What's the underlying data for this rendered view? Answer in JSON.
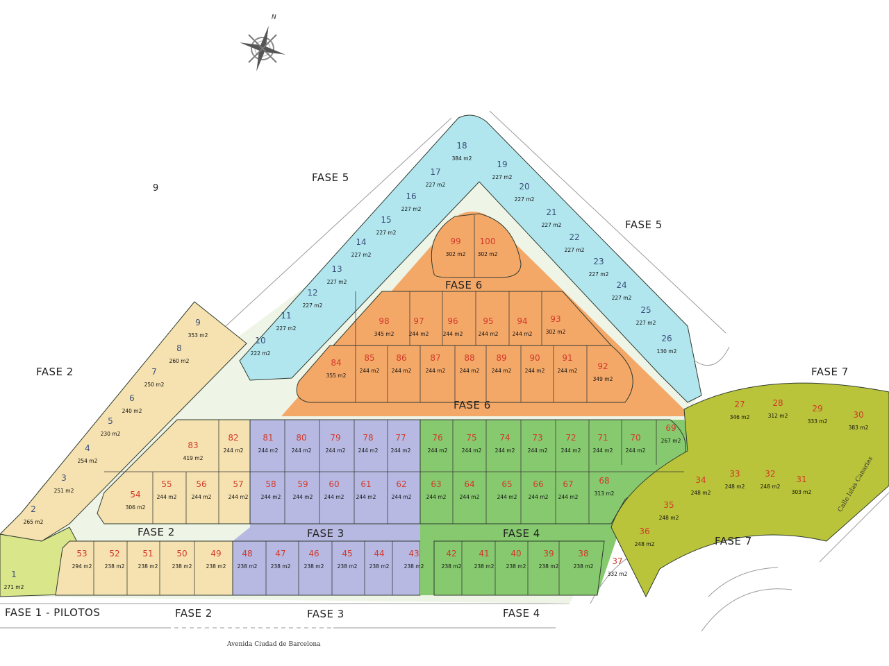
{
  "map": {
    "compass": {
      "label": "N"
    },
    "street_names": {
      "bottom": "Avenida Ciudad de Barcelona",
      "right": "Calle Islas Canarias"
    },
    "stray_label": "9",
    "phase_labels": [
      {
        "id": "fase5-top",
        "text": "FASE 5"
      },
      {
        "id": "fase5-right",
        "text": "FASE 5"
      },
      {
        "id": "fase6-top",
        "text": "FASE 6"
      },
      {
        "id": "fase6-mid",
        "text": "FASE 6"
      },
      {
        "id": "fase2-left",
        "text": "FASE 2"
      },
      {
        "id": "fase2-inner",
        "text": "FASE 2"
      },
      {
        "id": "fase3-inner",
        "text": "FASE 3"
      },
      {
        "id": "fase4-inner",
        "text": "FASE 4"
      },
      {
        "id": "fase7-top",
        "text": "FASE 7"
      },
      {
        "id": "fase7-bottom",
        "text": "FASE 7"
      },
      {
        "id": "fase1-bottom",
        "text": "FASE 1 - PILOTOS"
      },
      {
        "id": "fase2-bottom",
        "text": "FASE 2"
      },
      {
        "id": "fase3-bottom",
        "text": "FASE 3"
      },
      {
        "id": "fase4-bottom",
        "text": "FASE 4"
      }
    ],
    "phase_colors": {
      "fase1": "#d9e68a",
      "fase2": "#f6e2b0",
      "fase3": "#b7b9e3",
      "fase4": "#86c96e",
      "fase5": "#b2e6ee",
      "fase6": "#f4a868",
      "fase7": "#b9c43a"
    },
    "plots": {
      "fase1": [
        {
          "n": "1",
          "area": "271 m2"
        }
      ],
      "fase2_diagonal": [
        {
          "n": "2",
          "area": "265 m2"
        },
        {
          "n": "3",
          "area": "251 m2"
        },
        {
          "n": "4",
          "area": "254 m2"
        },
        {
          "n": "5",
          "area": "230 m2"
        },
        {
          "n": "6",
          "area": "240 m2"
        },
        {
          "n": "7",
          "area": "250 m2"
        },
        {
          "n": "8",
          "area": "260 m2"
        },
        {
          "n": "9",
          "area": "353 m2"
        }
      ],
      "fase2_block_top": [
        {
          "n": "83",
          "area": "419 m2"
        },
        {
          "n": "82",
          "area": "244 m2"
        }
      ],
      "fase2_block_bottom": [
        {
          "n": "54",
          "area": "306 m2"
        },
        {
          "n": "55",
          "area": "244 m2"
        },
        {
          "n": "56",
          "area": "244 m2"
        },
        {
          "n": "57",
          "area": "244 m2"
        }
      ],
      "fase2_front": [
        {
          "n": "53",
          "area": "294 m2"
        },
        {
          "n": "52",
          "area": "238 m2"
        },
        {
          "n": "51",
          "area": "238 m2"
        },
        {
          "n": "50",
          "area": "238 m2"
        },
        {
          "n": "49",
          "area": "238 m2"
        }
      ],
      "fase3_block_top": [
        {
          "n": "81",
          "area": "244 m2"
        },
        {
          "n": "80",
          "area": "244 m2"
        },
        {
          "n": "79",
          "area": "244 m2"
        },
        {
          "n": "78",
          "area": "244 m2"
        },
        {
          "n": "77",
          "area": "244 m2"
        }
      ],
      "fase3_block_bottom": [
        {
          "n": "58",
          "area": "244 m2"
        },
        {
          "n": "59",
          "area": "244 m2"
        },
        {
          "n": "60",
          "area": "244 m2"
        },
        {
          "n": "61",
          "area": "244 m2"
        },
        {
          "n": "62",
          "area": "244 m2"
        }
      ],
      "fase3_front": [
        {
          "n": "48",
          "area": "238 m2"
        },
        {
          "n": "47",
          "area": "238 m2"
        },
        {
          "n": "46",
          "area": "238 m2"
        },
        {
          "n": "45",
          "area": "238 m2"
        },
        {
          "n": "44",
          "area": "238 m2"
        },
        {
          "n": "43",
          "area": "238 m2"
        }
      ],
      "fase4_block_top": [
        {
          "n": "76",
          "area": "244 m2"
        },
        {
          "n": "75",
          "area": "244 m2"
        },
        {
          "n": "74",
          "area": "244 m2"
        },
        {
          "n": "73",
          "area": "244 m2"
        },
        {
          "n": "72",
          "area": "244 m2"
        },
        {
          "n": "71",
          "area": "244 m2"
        },
        {
          "n": "70",
          "area": "244 m2"
        },
        {
          "n": "69",
          "area": "267 m2"
        }
      ],
      "fase4_block_bottom": [
        {
          "n": "63",
          "area": "244 m2"
        },
        {
          "n": "64",
          "area": "244 m2"
        },
        {
          "n": "65",
          "area": "244 m2"
        },
        {
          "n": "66",
          "area": "244 m2"
        },
        {
          "n": "67",
          "area": "244 m2"
        },
        {
          "n": "68",
          "area": "313 m2"
        }
      ],
      "fase4_front": [
        {
          "n": "42",
          "area": "238 m2"
        },
        {
          "n": "41",
          "area": "238 m2"
        },
        {
          "n": "40",
          "area": "238 m2"
        },
        {
          "n": "39",
          "area": "238 m2"
        },
        {
          "n": "38",
          "area": "238 m2"
        },
        {
          "n": "37",
          "area": "332 m2"
        }
      ],
      "fase5_left": [
        {
          "n": "10",
          "area": "222 m2"
        },
        {
          "n": "11",
          "area": "227 m2"
        },
        {
          "n": "12",
          "area": "227 m2"
        },
        {
          "n": "13",
          "area": "227 m2"
        },
        {
          "n": "14",
          "area": "227 m2"
        },
        {
          "n": "15",
          "area": "227 m2"
        },
        {
          "n": "16",
          "area": "227 m2"
        },
        {
          "n": "17",
          "area": "227 m2"
        },
        {
          "n": "18",
          "area": "384 m2"
        }
      ],
      "fase5_right": [
        {
          "n": "19",
          "area": "227 m2"
        },
        {
          "n": "20",
          "area": "227 m2"
        },
        {
          "n": "21",
          "area": "227 m2"
        },
        {
          "n": "22",
          "area": "227 m2"
        },
        {
          "n": "23",
          "area": "227 m2"
        },
        {
          "n": "24",
          "area": "227 m2"
        },
        {
          "n": "25",
          "area": "227 m2"
        },
        {
          "n": "26",
          "area": "130 m2"
        }
      ],
      "fase6_top": [
        {
          "n": "99",
          "area": "302 m2"
        },
        {
          "n": "100",
          "area": "302 m2"
        }
      ],
      "fase6_middle": [
        {
          "n": "98",
          "area": "345 m2"
        },
        {
          "n": "97",
          "area": "244 m2"
        },
        {
          "n": "96",
          "area": "244 m2"
        },
        {
          "n": "95",
          "area": "244 m2"
        },
        {
          "n": "94",
          "area": "244 m2"
        },
        {
          "n": "93",
          "area": "302 m2"
        }
      ],
      "fase6_bottom": [
        {
          "n": "84",
          "area": "355 m2"
        },
        {
          "n": "85",
          "area": "244 m2"
        },
        {
          "n": "86",
          "area": "244 m2"
        },
        {
          "n": "87",
          "area": "244 m2"
        },
        {
          "n": "88",
          "area": "244 m2"
        },
        {
          "n": "89",
          "area": "244 m2"
        },
        {
          "n": "90",
          "area": "244 m2"
        },
        {
          "n": "91",
          "area": "244 m2"
        },
        {
          "n": "92",
          "area": "349 m2"
        }
      ],
      "fase7_outer": [
        {
          "n": "27",
          "area": "346 m2"
        },
        {
          "n": "28",
          "area": "312 m2"
        },
        {
          "n": "29",
          "area": "333 m2"
        },
        {
          "n": "30",
          "area": "383 m2"
        }
      ],
      "fase7_inner": [
        {
          "n": "36",
          "area": "248 m2"
        },
        {
          "n": "35",
          "area": "248 m2"
        },
        {
          "n": "34",
          "area": "248 m2"
        },
        {
          "n": "33",
          "area": "248 m2"
        },
        {
          "n": "32",
          "area": "248 m2"
        },
        {
          "n": "31",
          "area": "303 m2"
        }
      ]
    }
  }
}
